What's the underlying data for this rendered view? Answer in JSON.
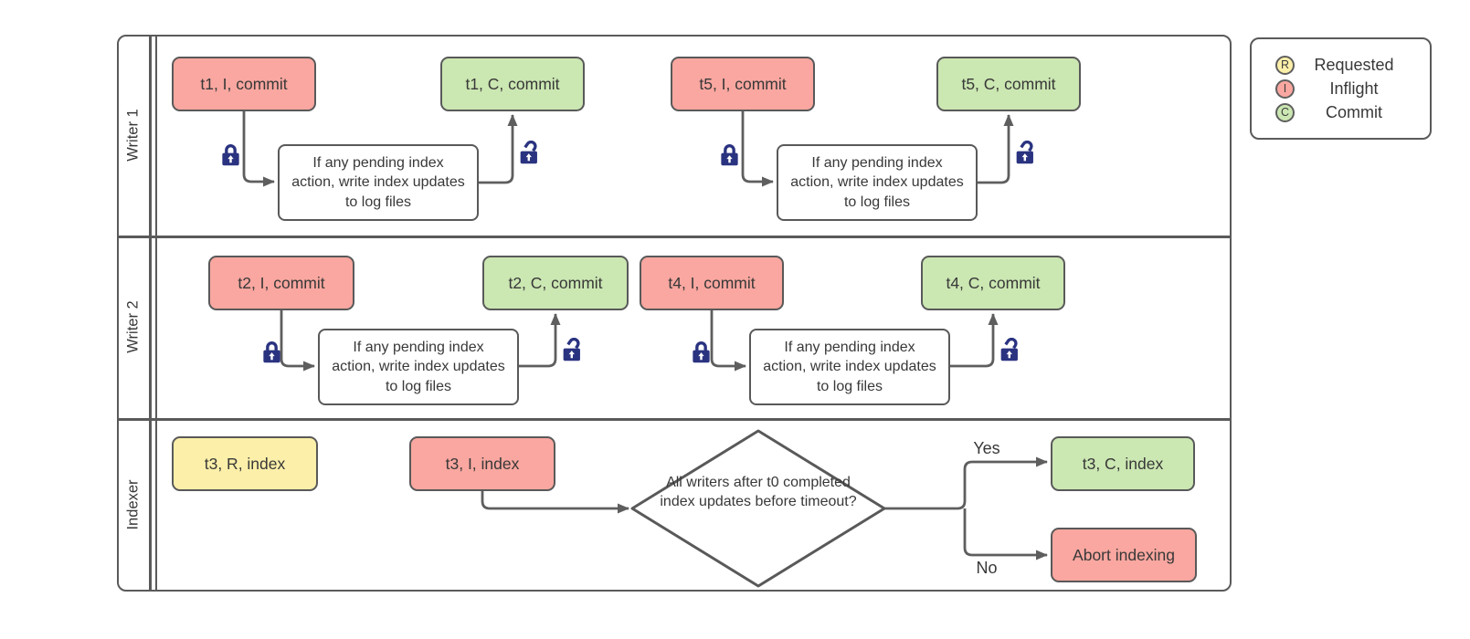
{
  "colors": {
    "inflight": "#f9a7a0",
    "commit": "#cbe7b2",
    "requested": "#fcefa9",
    "shape_border": "#595959",
    "lane_border": "#5a5a5a",
    "connector": "#5e5e5e",
    "lock": "#2a3380",
    "text": "#383838"
  },
  "swimlane": {
    "lanes": [
      {
        "label": "Writer 1",
        "nodes": {
          "start1": "t1, I, commit",
          "end1": "t1, C, commit",
          "proc1": "If any pending index action, write index updates to log files",
          "start2": "t5, I, commit",
          "end2": "t5, C, commit",
          "proc2": "If any pending index action, write index updates to log files"
        }
      },
      {
        "label": "Writer 2",
        "nodes": {
          "start1": "t2, I, commit",
          "end1": "t2, C, commit",
          "proc1": "If any pending index action, write index updates to log files",
          "start2": "t4, I, commit",
          "end2": "t4, C, commit",
          "proc2": "If any pending index action, write index updates to log files"
        }
      },
      {
        "label": "Indexer",
        "nodes": {
          "requested": "t3, R, index",
          "inflight": "t3, I, index",
          "decision": "All writers after t0 completed index updates before timeout?",
          "yes_label": "Yes",
          "no_label": "No",
          "commit": "t3, C, index",
          "abort": "Abort indexing"
        }
      }
    ]
  },
  "legend": {
    "items": [
      {
        "letter": "R",
        "label": "Requested"
      },
      {
        "letter": "I",
        "label": "Inflight"
      },
      {
        "letter": "C",
        "label": "Commit"
      }
    ]
  }
}
